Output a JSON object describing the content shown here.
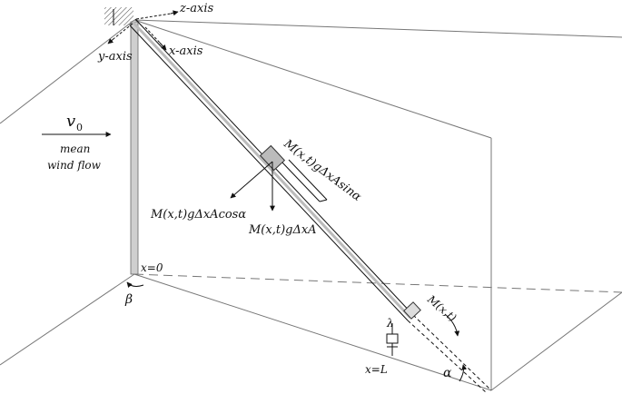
{
  "labels": {
    "z_axis": "z-axis",
    "x_axis": "x-axis",
    "y_axis": "y-axis",
    "velocity": "v",
    "velocity_sub": "0",
    "mean": "mean",
    "wind_flow": "wind flow",
    "force_axial": "M(x,t)gΔxAsinα",
    "force_normal": "M(x,t)gΔxAcosα",
    "force_weight": "M(x,t)gΔxA",
    "x0": "x=0",
    "xL": "x=L",
    "beta": "β",
    "alpha": "α",
    "lambda": "λ",
    "moving_mass": "M(x,t)"
  }
}
